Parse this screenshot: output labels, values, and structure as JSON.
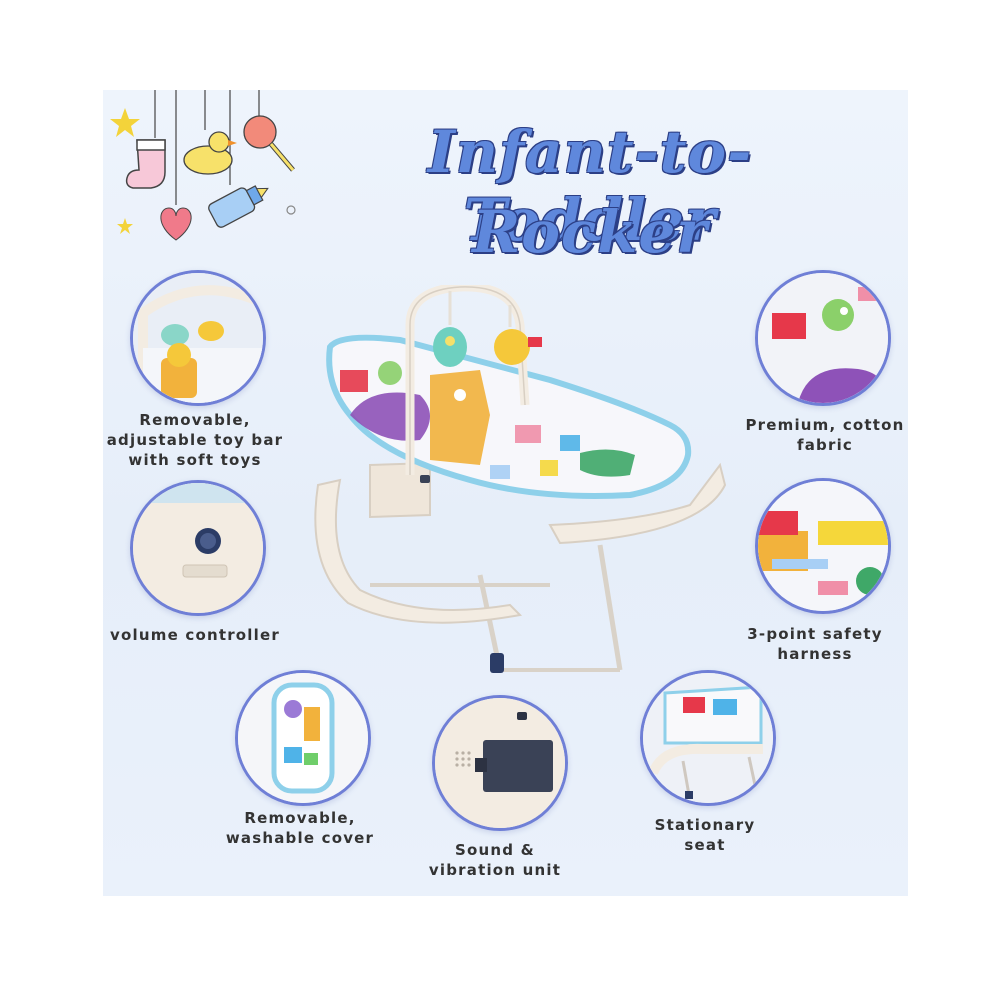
{
  "title": {
    "line1": "Infant-to-Toddler",
    "line2": "Rocker"
  },
  "features": {
    "toy_bar": {
      "line1": "Removable,",
      "line2": "adjustable toy bar",
      "line3": "with soft toys"
    },
    "volume": {
      "line1": "volume controller"
    },
    "cover": {
      "line1": "Removable,",
      "line2": "washable cover"
    },
    "sound": {
      "line1": "Sound &",
      "line2": "vibration unit"
    },
    "stationary": {
      "line1": "Stationary",
      "line2": "seat"
    },
    "harness": {
      "line1": "3-point safety",
      "line2": "harness"
    },
    "fabric": {
      "line1": "Premium, cotton",
      "line2": "fabric"
    }
  },
  "colors": {
    "accent": "#6f7fd6",
    "title": "#5f88dc",
    "background": "#eaf1fb",
    "frame": "#f3ece2",
    "seat_trim": "#8ed0ea"
  }
}
